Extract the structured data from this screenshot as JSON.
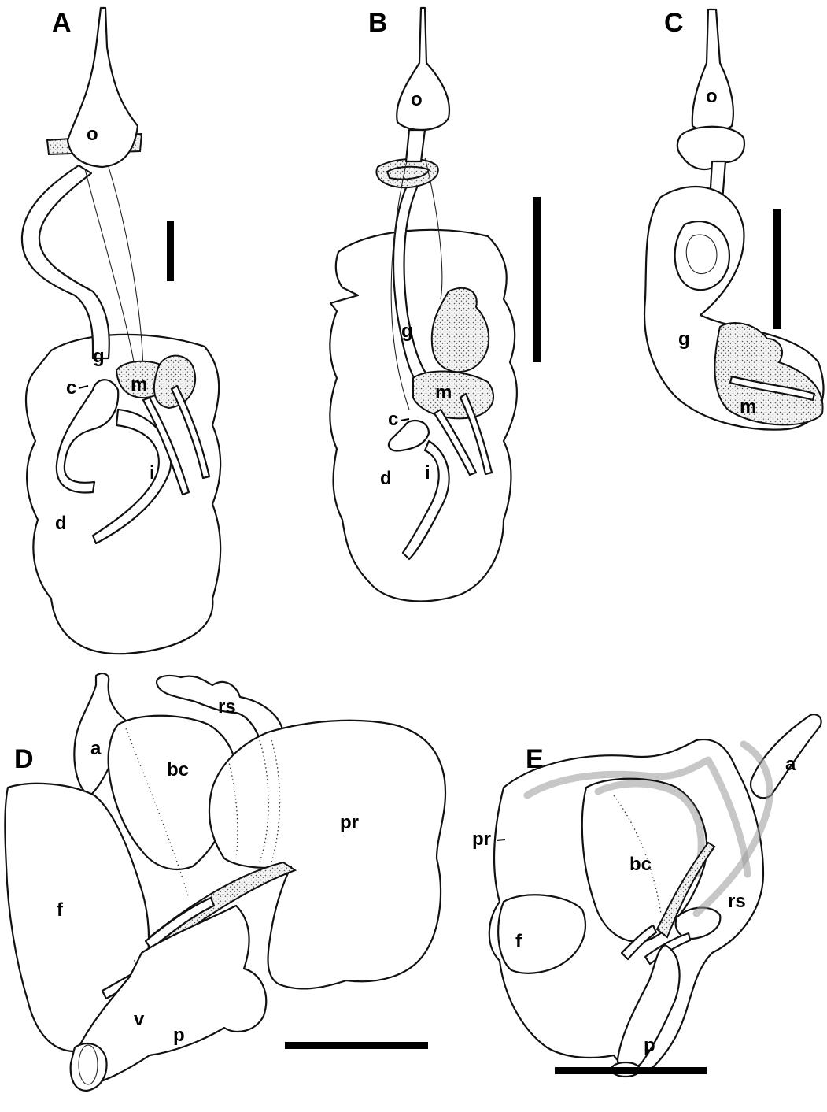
{
  "panels": {
    "A": {
      "letter": "A",
      "labels": {
        "o": "o",
        "g": "g",
        "c": "c",
        "m": "m",
        "i": "i",
        "d": "d"
      }
    },
    "B": {
      "letter": "B",
      "labels": {
        "o": "o",
        "g": "g",
        "m": "m",
        "c": "c",
        "i": "i",
        "d": "d"
      }
    },
    "C": {
      "letter": "C",
      "labels": {
        "o": "o",
        "g": "g",
        "m": "m"
      }
    },
    "D": {
      "letter": "D",
      "labels": {
        "rs": "rs",
        "a": "a",
        "bc": "bc",
        "pr": "pr",
        "f": "f",
        "v": "v",
        "p": "p"
      }
    },
    "E": {
      "letter": "E",
      "labels": {
        "a": "a",
        "pr": "pr",
        "bc": "bc",
        "rs": "rs",
        "f": "f",
        "p": "p"
      }
    }
  },
  "style": {
    "ink": "#000000",
    "background": "#ffffff",
    "stipple": "#555555"
  }
}
